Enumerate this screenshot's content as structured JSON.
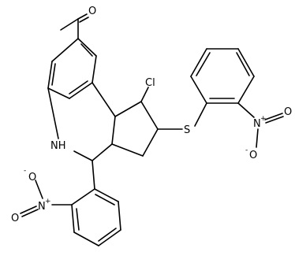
{
  "diagram": {
    "type": "chemical-structure",
    "atom_labels": {
      "carbonyl_oxygen": "O",
      "chlorine": "Cl",
      "sulfur": "S",
      "amine": "NH",
      "nitro_top_nitrogen": "N",
      "nitro_top_nitrogen_charge": "+",
      "nitro_top_oxygen_double": "O",
      "nitro_top_oxygen_single": "O",
      "nitro_top_oxygen_charge": "-",
      "nitro_bottom_nitrogen": "N",
      "nitro_bottom_nitrogen_charge": "+",
      "nitro_bottom_oxygen_double": "O",
      "nitro_bottom_oxygen_single": "O",
      "nitro_bottom_oxygen_charge": "-"
    }
  }
}
